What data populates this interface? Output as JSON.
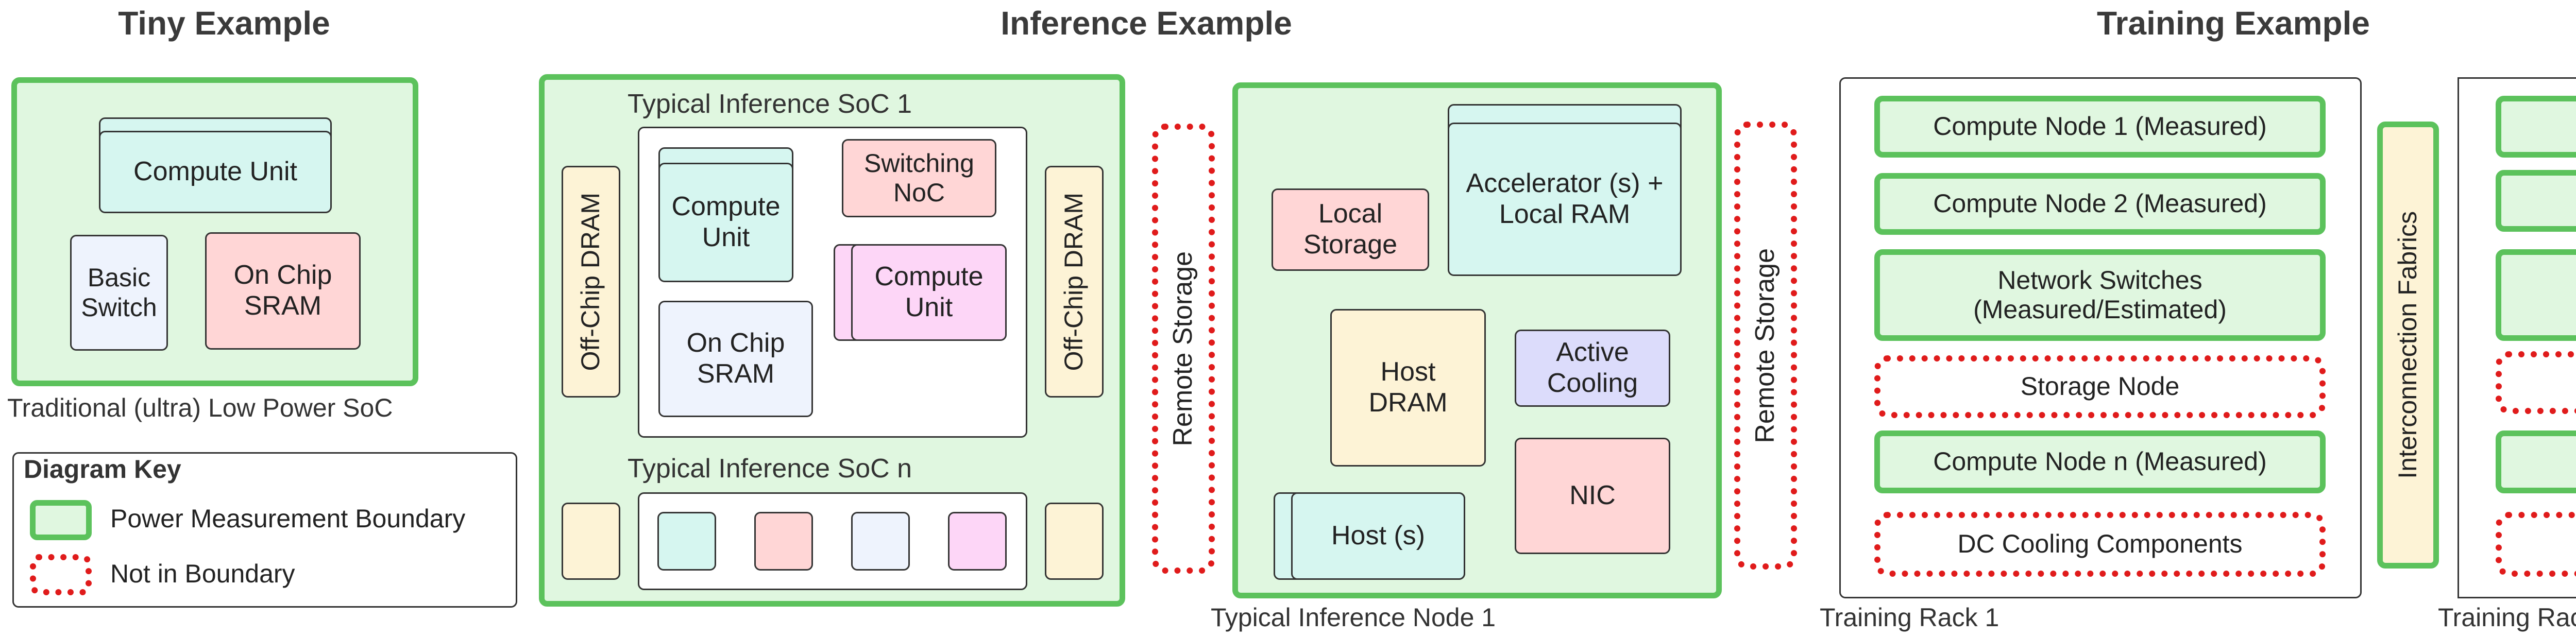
{
  "titles": {
    "tiny": "Tiny Example",
    "inference": "Inference Example",
    "training": "Training Example"
  },
  "tiny": {
    "compute_unit": "Compute Unit",
    "basic_switch": "Basic\nSwitch",
    "on_chip_sram": "On Chip\nSRAM",
    "caption": "Traditional (ultra) Low Power SoC"
  },
  "key": {
    "title": "Diagram Key",
    "boundary": "Power Measurement Boundary",
    "not_boundary": "Not in Boundary"
  },
  "soc1": {
    "title": "Typical Inference SoC 1",
    "dram_left": "Off-Chip DRAM",
    "dram_right": "Off-Chip DRAM",
    "compute_unit_a": "Compute\nUnit",
    "switching_noc": "Switching\nNoC",
    "compute_unit_b": "Compute\nUnit",
    "on_chip_sram": "On Chip\nSRAM"
  },
  "socn": {
    "title": "Typical Inference SoC n"
  },
  "remote_storage_1": "Remote Storage",
  "node": {
    "local_storage": "Local\nStorage",
    "accelerator": "Accelerator (s) +\nLocal RAM",
    "host_dram": "Host\nDRAM",
    "active_cooling": "Active\nCooling",
    "nic": "NIC",
    "host": "Host (s)",
    "caption": "Typical Inference Node 1"
  },
  "remote_storage_2": "Remote Storage",
  "rack1": {
    "items": [
      "Compute Node 1 (Measured)",
      "Compute Node 2 (Measured)",
      "Network Switches\n(Measured/Estimated)",
      "Storage Node",
      "Compute Node n (Measured)",
      "DC Cooling Components"
    ],
    "caption": "Training Rack 1"
  },
  "interconnect": "Interconnection Fabrics",
  "rackn": {
    "caption": "Training Rack n"
  },
  "colors": {
    "green_border": "#5cc25c",
    "green_fill": "#e0f7e0",
    "red_dotted": "#e01b1b",
    "cyan": "#d6f6f0",
    "pink": "#ffd6d6",
    "lightblue": "#eef3fd",
    "magenta": "#fdd6f7",
    "cream": "#fdf3d6",
    "lavender": "#dcdcfb"
  }
}
